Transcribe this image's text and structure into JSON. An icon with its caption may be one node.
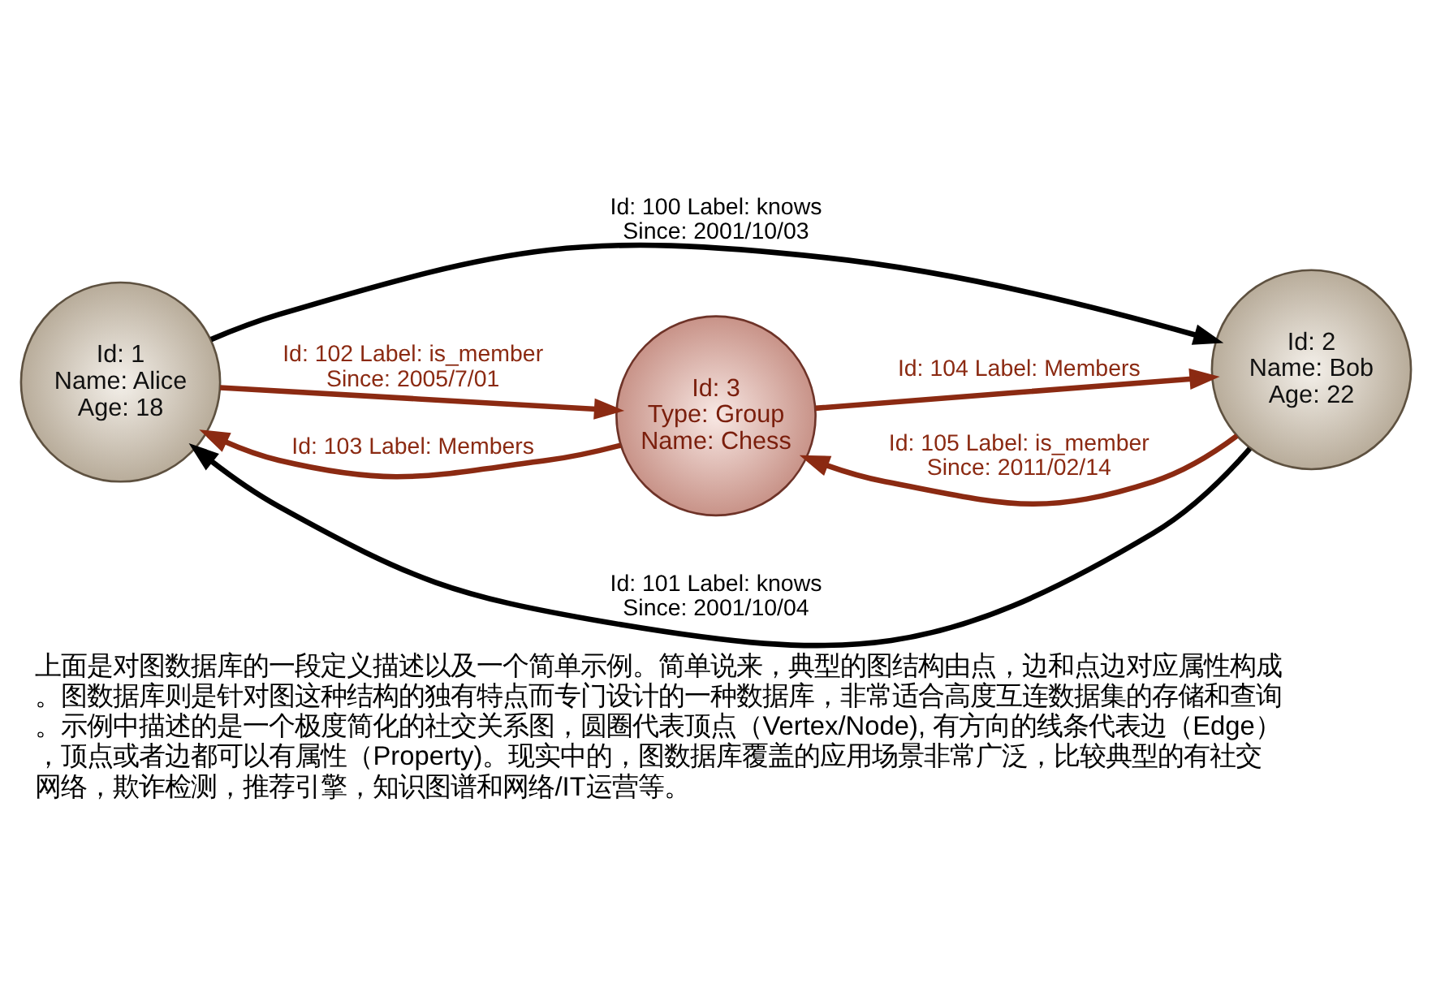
{
  "diagram": {
    "caption": "上面是对图数据库的一段定义描述以及一个简单示例。简单说来，典型的图结构由点，边和点边对应属性构成。图数据库则是针对图这种结构的独有特点而专门设计的一种数据库，非常适合高度互连数据集的存储和查询。示例中描述的是一个极度简化的社交关系图，圆圈代表顶点（Vertex/Node), 有方向的线条代表边（Edge），顶点或者边都可以有属性（Property)。现实中的，图数据库覆盖的应用场景非常广泛，比较典型的有社交网络，欺诈检测，推荐引擎，知识图谱和网络/IT运营等。",
    "nodes": [
      {
        "text": [
          "Id: 1",
          "Name: Alice",
          "Age: 18"
        ]
      },
      {
        "text": [
          "Id: 2",
          "Name: Bob",
          "Age: 22"
        ]
      },
      {
        "text": [
          "Id: 3",
          "Type: Group",
          "Name: Chess"
        ]
      }
    ],
    "edges": [
      {
        "from": 0,
        "to": 1,
        "arrow": "to",
        "label": "Id: 100 Label: knows Since: 2001/10/03",
        "color": "#000000"
      },
      {
        "from": 1,
        "to": 0,
        "arrow": "to",
        "label": "Id: 101 Label: knows Since: 2001/10/04",
        "color": "#000000"
      },
      {
        "from": 0,
        "to": 2,
        "arrow": "to",
        "label": "Id: 102 Label: is_member Since: 2005/7/01"
      },
      {
        "from": 2,
        "to": 0,
        "arrow": "to",
        "label": "Id: 103 Label: Members"
      },
      {
        "from": 2,
        "to": 1,
        "arrow": "to",
        "label": "Id: 104 Label: Members"
      },
      {
        "from": 1,
        "to": 2,
        "arrow": "to",
        "label": "Id: 105 Label: is_member Since: 2011/02/14"
      }
    ]
  }
}
